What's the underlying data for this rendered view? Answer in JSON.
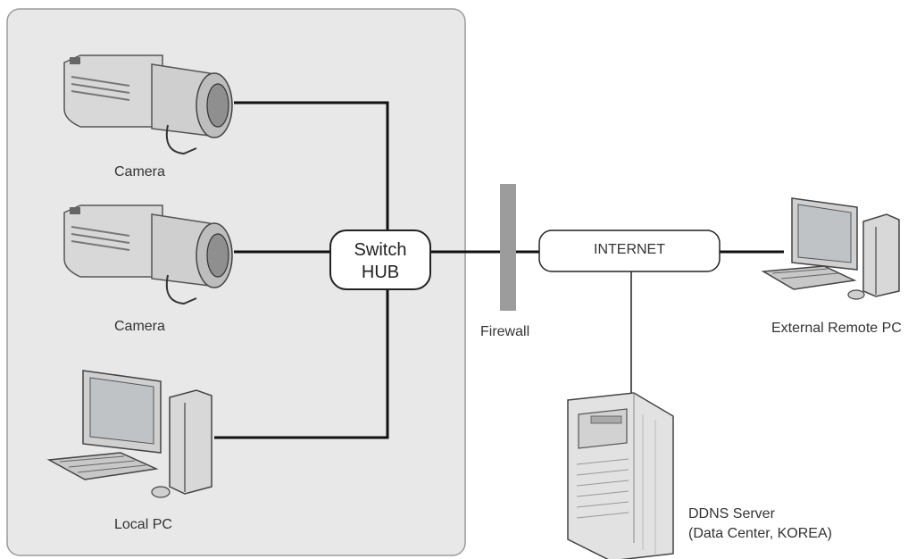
{
  "colors": {
    "lan_panel": "#e8e8e8",
    "lan_border": "#9a9a9a",
    "wire": "#111111",
    "firewall": "#9c9c9c",
    "device_body": "#d8d8d8",
    "device_dark": "#555555",
    "screen": "#bfc3c6"
  },
  "icons": [
    "camera-icon",
    "pc-icon",
    "server-icon",
    "firewall-icon",
    "hub-icon"
  ],
  "labels": {
    "camera_top": "Camera",
    "camera_mid": "Camera",
    "local_pc": "Local PC",
    "hub_line1": "Switch",
    "hub_line2": "HUB",
    "firewall": "Firewall",
    "internet": "INTERNET",
    "external_pc": "External Remote PC",
    "ddns_line1": "DDNS Server",
    "ddns_line2": "(Data Center, KOREA)"
  }
}
